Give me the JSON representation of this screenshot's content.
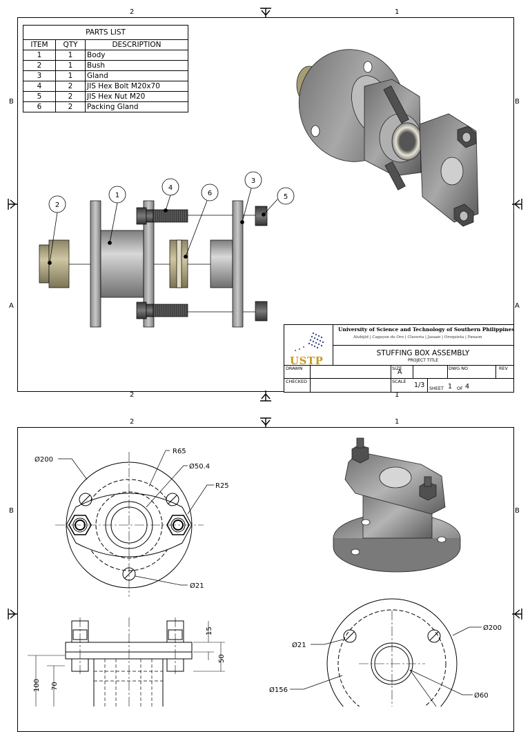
{
  "sheet1": {
    "zones": {
      "top_left": "2",
      "top_right": "1",
      "bottom_left": "2",
      "bottom_right": "1",
      "side_b": "B",
      "side_a": "A"
    },
    "parts_list": {
      "title": "PARTS LIST",
      "headers": [
        "ITEM",
        "QTY",
        "DESCRIPTION"
      ],
      "rows": [
        [
          "1",
          "1",
          "Body"
        ],
        [
          "2",
          "1",
          "Bush"
        ],
        [
          "3",
          "1",
          "Gland"
        ],
        [
          "4",
          "2",
          "JIS Hex Bolt M20x70"
        ],
        [
          "5",
          "2",
          "JIS Hex Nut  M20"
        ],
        [
          "6",
          "2",
          "Packing Gland"
        ]
      ]
    },
    "balloons": [
      "2",
      "1",
      "4",
      "6",
      "3",
      "5"
    ],
    "title_block": {
      "university": "University of Science and Technology of Southern Philippines",
      "campuses": "Alubijid | Cagayan de Oro | Claveria | Jasaan | Oroquieta | Panaon",
      "logo_text": "USTP",
      "project": "STUFFING BOX ASSEMBLY",
      "project_label": "PROJECT TITLE",
      "drawn_label": "DRAWN",
      "checked_label": "CHECKED",
      "size_label": "SIZE",
      "size": "A",
      "dwg_label": "DWG NO",
      "rev_label": "REV",
      "scale_label": "SCALE",
      "scale": "1/3",
      "sheet_label": "SHEET",
      "sheet_no": "1",
      "of_label": "OF",
      "sheet_total": "4"
    }
  },
  "sheet2": {
    "zones": {
      "top_left": "2",
      "top_right": "1",
      "side_b": "B"
    },
    "dimensions": {
      "d200_top": "Ø200",
      "r65": "R65",
      "d50_4": "Ø50.4",
      "r25": "R25",
      "d21_top": "Ø21",
      "h15": "15",
      "h50": "50",
      "h100": "100",
      "h70": "70",
      "d21_bottom": "Ø21",
      "d200_bottom": "Ø200",
      "d156": "Ø156",
      "d60": "Ø60"
    }
  },
  "colors": {
    "body": "#9e9e9e",
    "bush": "#b5ad8c",
    "dark_part": "#5a5a5a",
    "logo_gold": "#c99a1e",
    "logo_dots": "#3a4a8a"
  }
}
